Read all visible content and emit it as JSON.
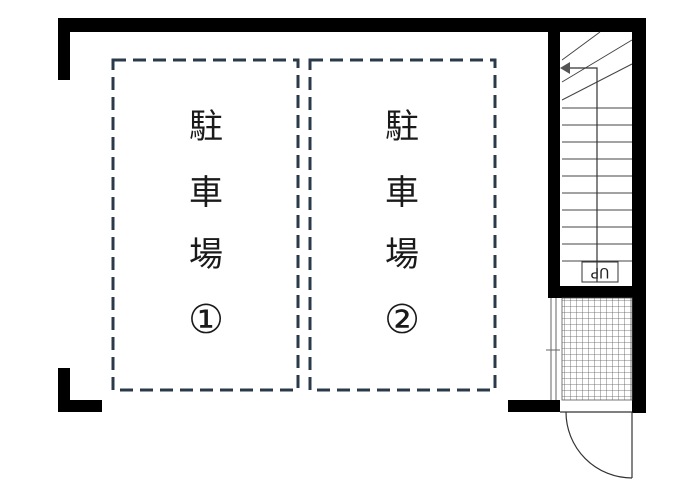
{
  "spaces": [
    {
      "chars": [
        "駐",
        "車",
        "場"
      ],
      "number": "①"
    },
    {
      "chars": [
        "駐",
        "車",
        "場"
      ],
      "number": "②"
    }
  ],
  "stair": {
    "label": "UP"
  },
  "colors": {
    "wall": "#000000",
    "space_outline": "#2a3a4a",
    "thin_line": "#333333"
  },
  "icons": [
    "stair-arrow-icon",
    "door-swing-icon"
  ]
}
